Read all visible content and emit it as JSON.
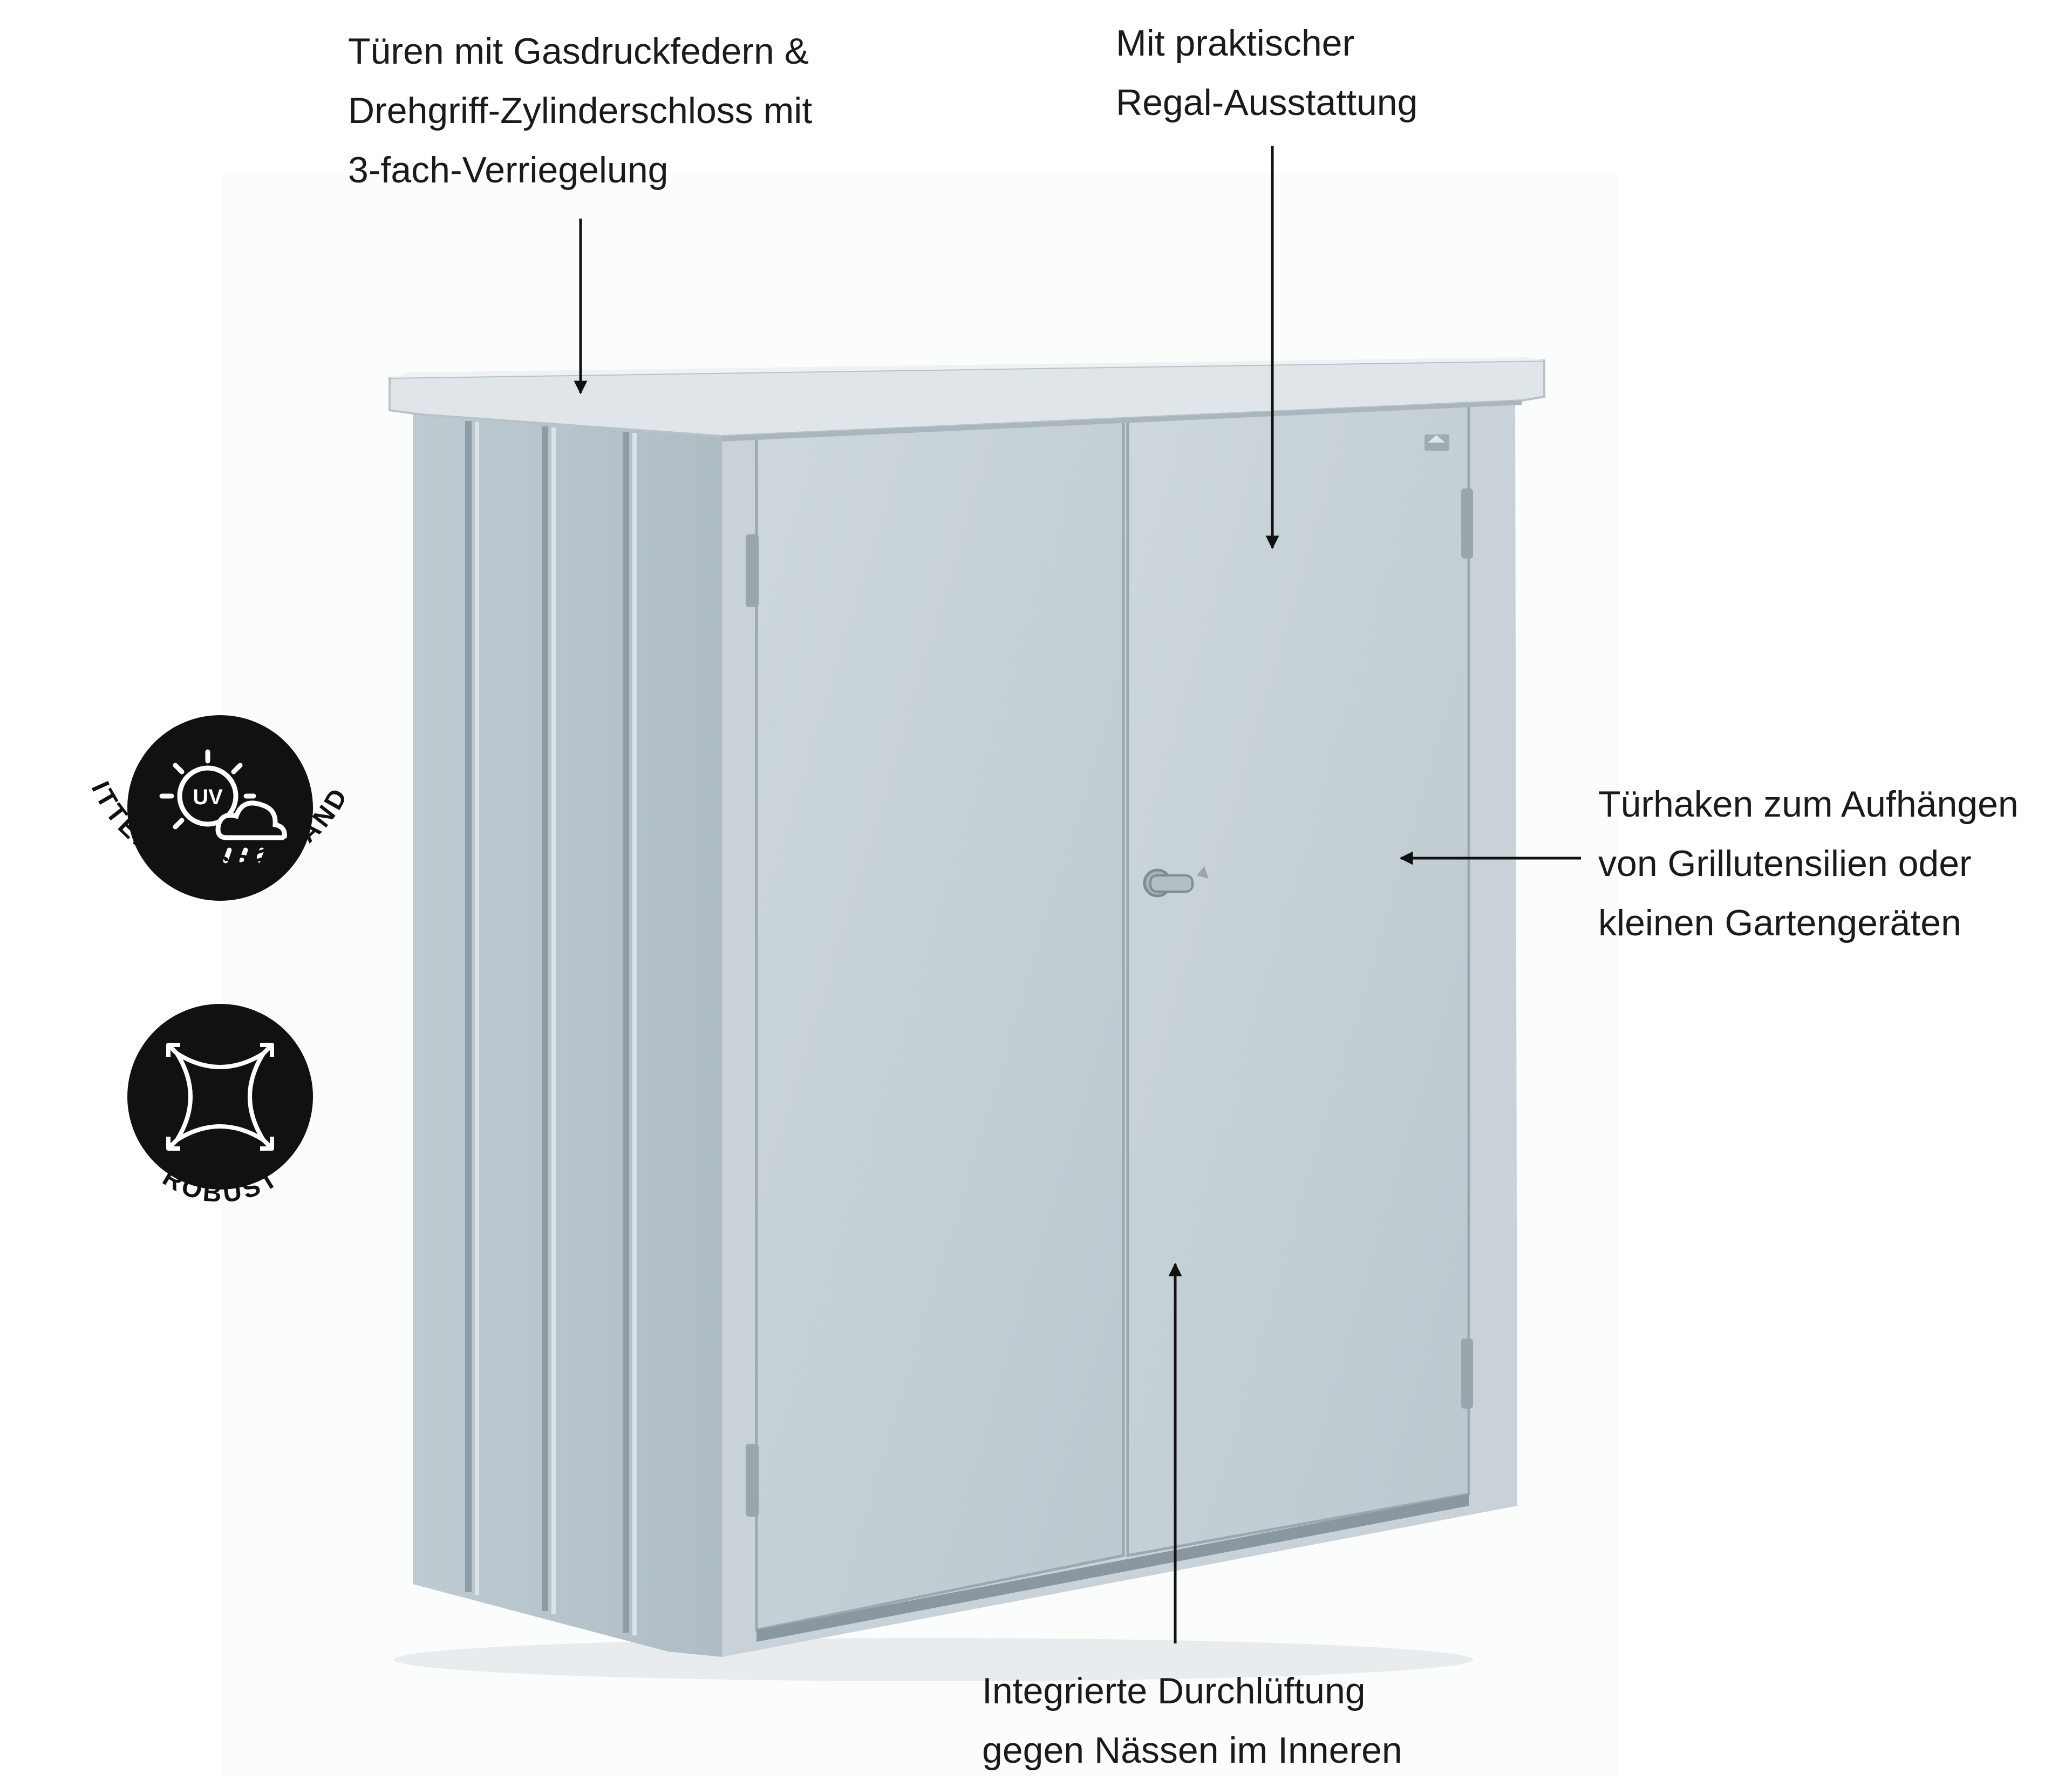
{
  "callouts": {
    "doors": {
      "lines": [
        "Türen mit Gasdruckfedern &",
        "Drehgriff-Zylinderschloss mit",
        "3-fach-Verriegelung"
      ]
    },
    "shelf": {
      "lines": [
        "Mit praktischer",
        "Regal-Ausstattung"
      ]
    },
    "hooks": {
      "lines": [
        "Türhaken zum Aufhängen",
        "von Grillutensilien oder",
        "kleinen Gartengeräten"
      ]
    },
    "vent": {
      "lines": [
        "Integrierte Durchlüftung",
        "gegen Nässen im Inneren"
      ]
    }
  },
  "badges": {
    "weather": {
      "label": "WITTERUNGSBESTÄNDIG",
      "icon": "uv-sun-cloud-icon",
      "icon_text": "UV"
    },
    "robust": {
      "label": "ROBUST",
      "icon": "expand-arrows-icon"
    }
  },
  "colors": {
    "cabinet_front": "#c6d1d7",
    "cabinet_side": "#b7c4cb",
    "cabinet_roof": "#e4e9ec",
    "badge_bg": "#111111",
    "text": "#1a1a1a"
  }
}
